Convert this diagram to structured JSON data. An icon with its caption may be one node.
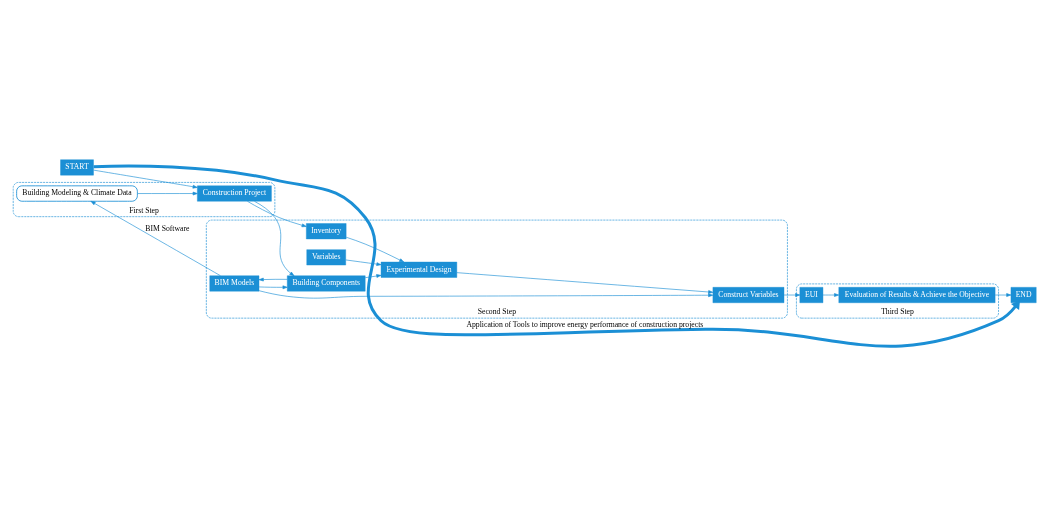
{
  "diagram": {
    "nodes": [
      {
        "text": [
          "START"
        ]
      },
      {
        "text": [
          "END"
        ]
      },
      {
        "text": [
          "First Step"
        ]
      },
      {
        "text": [
          "Construction Project"
        ],
        "in": 2
      },
      {
        "text": [
          "Building Modeling & Climate Data"
        ],
        "in": 2
      },
      {
        "text": [
          "Second Step"
        ]
      },
      {
        "text": [
          "Variables"
        ],
        "in": 5
      },
      {
        "text": [
          "Experimental Design"
        ],
        "in": 5
      },
      {
        "text": [
          "Inventory"
        ],
        "in": 5
      },
      {
        "text": [
          "Building Components"
        ],
        "in": 5
      },
      {
        "text": [
          "BIM Models"
        ],
        "in": 5
      },
      {
        "text": [
          "Construct Variables"
        ],
        "in": 5
      },
      {
        "text": [
          "Third Step"
        ]
      },
      {
        "text": [
          "EUI"
        ],
        "in": 12
      },
      {
        "text": [
          "Evaluation of Results & Achieve the Objective"
        ],
        "in": 12
      }
    ],
    "edges": [
      {
        "from": 0,
        "to": 1,
        "arrow": "to",
        "label": "Application of Tools to improve energy performance of construction projects",
        "style": "thick"
      },
      {
        "from": 0,
        "to": 3,
        "arrow": "to"
      },
      {
        "from": 3,
        "to": 8,
        "arrow": "to"
      },
      {
        "from": 3,
        "to": 9,
        "arrow": "to"
      },
      {
        "from": 4,
        "to": 3,
        "arrow": "to"
      },
      {
        "from": 6,
        "to": 7,
        "arrow": "to"
      },
      {
        "from": 8,
        "to": 7,
        "arrow": "to"
      },
      {
        "from": 9,
        "to": 7,
        "arrow": "to"
      },
      {
        "from": 7,
        "to": 11,
        "arrow": "to"
      },
      {
        "from": 9,
        "to": 10,
        "arrow": "to"
      },
      {
        "from": 10,
        "to": 9,
        "arrow": "to"
      },
      {
        "from": 10,
        "to": 4,
        "arrow": "to",
        "label": "BIM Software"
      },
      {
        "from": 10,
        "to": 11,
        "arrow": "to"
      },
      {
        "from": 11,
        "to": 13,
        "arrow": "to"
      },
      {
        "from": 13,
        "to": 14,
        "arrow": "to"
      },
      {
        "from": 14,
        "to": 1,
        "arrow": "to"
      }
    ]
  }
}
